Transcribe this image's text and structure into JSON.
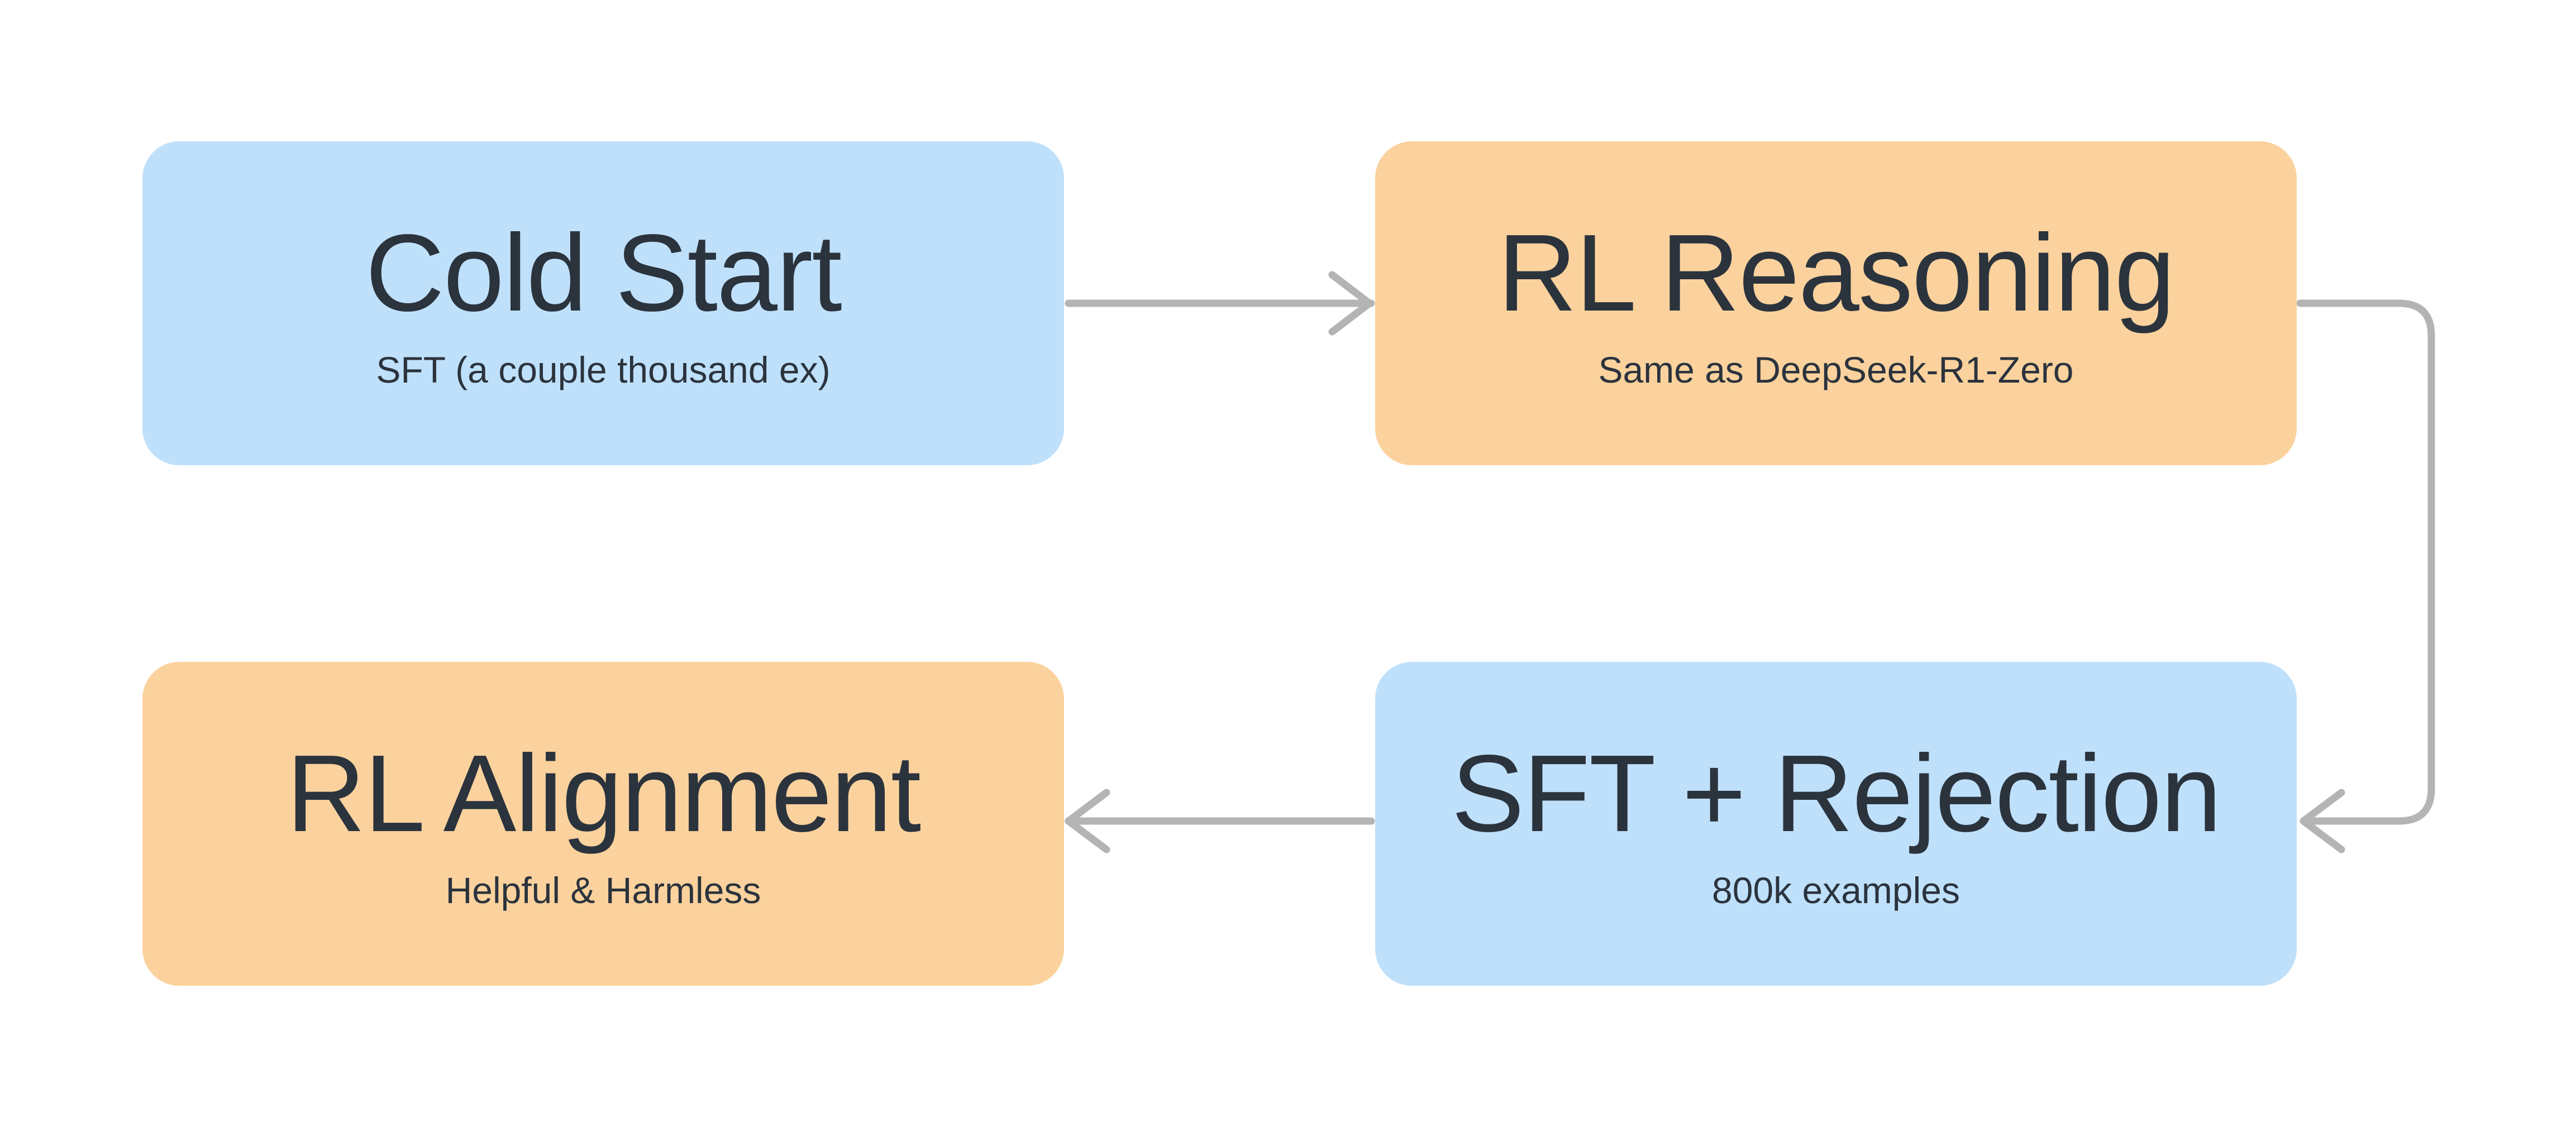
{
  "diagram": {
    "title": "DeepSeek-R1 training pipeline flowchart",
    "background_color": "#ffffff",
    "text_color": "#2b333d",
    "colors": {
      "blue": "#bfe0fb",
      "orange": "#fbd29d",
      "arrow": "#b4b4b4"
    },
    "nodes": [
      {
        "id": "cold-start",
        "title": "Cold Start",
        "subtitle": "SFT (a couple thousand ex)",
        "fill": "#bfe0fb"
      },
      {
        "id": "rl-reasoning",
        "title": "RL Reasoning",
        "subtitle": "Same as DeepSeek-R1-Zero",
        "fill": "#fbd29d"
      },
      {
        "id": "rl-alignment",
        "title": "RL Alignment",
        "subtitle": "Helpful & Harmless",
        "fill": "#fbd29d"
      },
      {
        "id": "sft-rejection",
        "title": "SFT + Rejection",
        "subtitle": "800k examples",
        "fill": "#bfe0fb"
      }
    ],
    "connectors": [
      {
        "id": "cold-start-to-rl-reasoning",
        "from": "cold-start",
        "to": "rl-reasoning",
        "shape": "straight",
        "direction": "right"
      },
      {
        "id": "rl-reasoning-to-sft-rejection",
        "from": "rl-reasoning",
        "to": "sft-rejection",
        "shape": "elbow",
        "direction": "left"
      },
      {
        "id": "sft-rejection-to-rl-alignment",
        "from": "sft-rejection",
        "to": "rl-alignment",
        "shape": "straight",
        "direction": "left"
      }
    ]
  }
}
